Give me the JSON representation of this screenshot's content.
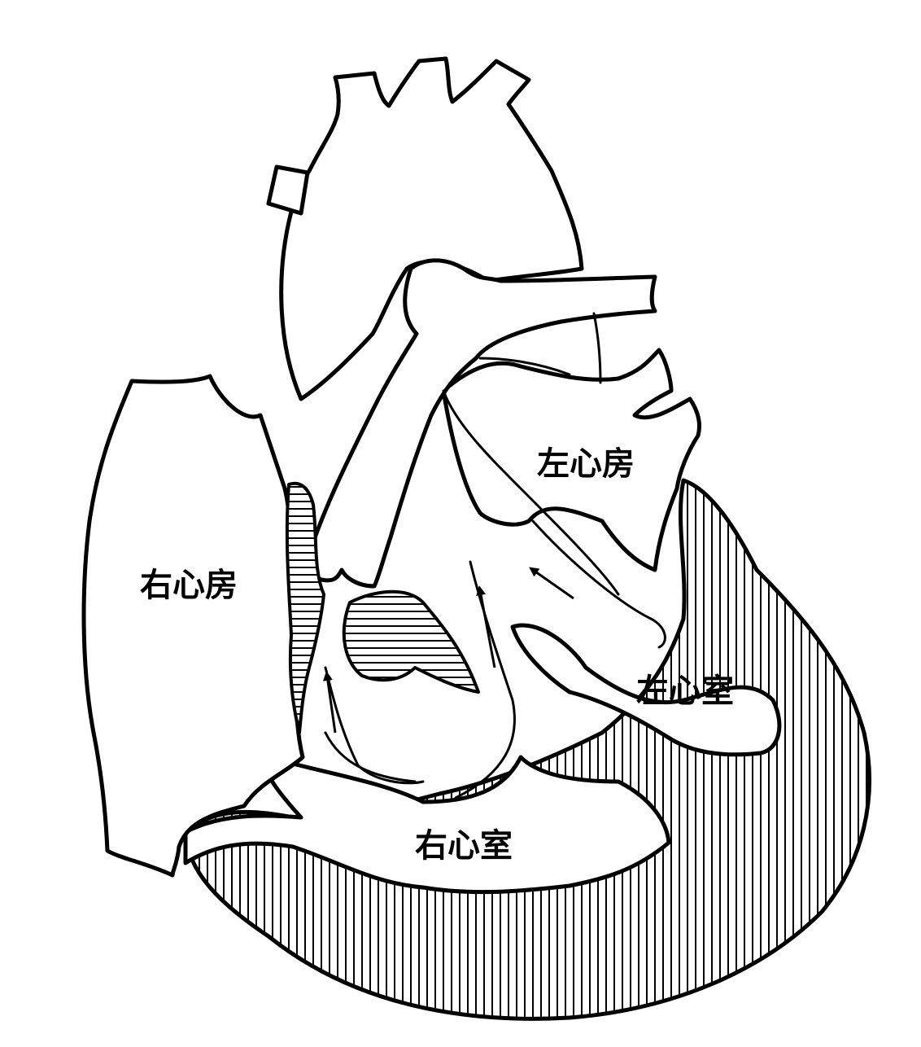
{
  "labels": {
    "right_atrium": "右心房",
    "left_atrium": "左心房",
    "left_ventricle": "左心室",
    "right_ventricle": "右心室"
  },
  "colors": {
    "ink": "#000000",
    "paper": "#ffffff"
  }
}
